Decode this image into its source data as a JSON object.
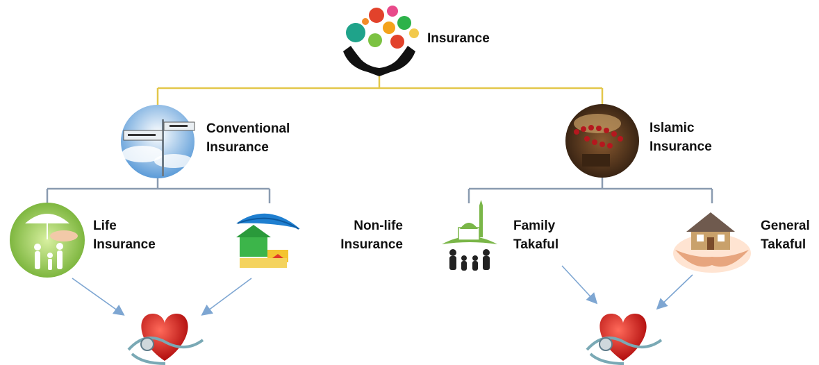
{
  "root": {
    "label": "Insurance",
    "icon": "insurance-hands-icon"
  },
  "branches": [
    {
      "key": "conventional",
      "label_lines": [
        "Conventional",
        "Insurance"
      ],
      "icon": "insurance-risk-signpost-icon",
      "children": [
        {
          "key": "life",
          "label_lines": [
            "Life",
            "Insurance"
          ],
          "icon": "family-umbrella-icon"
        },
        {
          "key": "nonlife",
          "label_lines": [
            "Non-life",
            "Insurance"
          ],
          "icon": "house-umbrella-icon"
        }
      ],
      "outcome_icon": "heart-stethoscope-icon"
    },
    {
      "key": "islamic",
      "label_lines": [
        "Islamic",
        "Insurance"
      ],
      "icon": "prayer-beads-coins-icon",
      "children": [
        {
          "key": "family",
          "label_lines": [
            "Family",
            "Takaful"
          ],
          "icon": "mosque-family-icon"
        },
        {
          "key": "general",
          "label_lines": [
            "General",
            "Takaful"
          ],
          "icon": "house-in-hands-icon"
        }
      ],
      "outcome_icon": "heart-stethoscope-icon"
    }
  ],
  "colors": {
    "root_connector": "#e3c74a",
    "branch_connector": "#8a9bb0",
    "arrow": "#7ea6d2",
    "text": "#111111"
  }
}
